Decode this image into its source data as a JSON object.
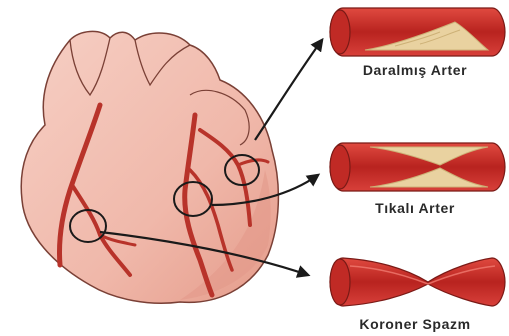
{
  "labels": {
    "narrowed_artery": "Daralmış Arter",
    "blocked_artery": "Tıkalı Arter",
    "coronary_spasm": "Koroner Spazm"
  },
  "colors": {
    "heart_fill": "#f3c2b6",
    "heart_shadow": "#e6a596",
    "heart_outline": "#7a4036",
    "artery": "#b8332a",
    "artery_dark": "#8f1f19",
    "vessel_wall": "#c92f2a",
    "vessel_lumen": "#a11b18",
    "plaque": "#e9d2a0",
    "plaque_dark": "#cdb177",
    "arrow": "#1a1a1a"
  }
}
